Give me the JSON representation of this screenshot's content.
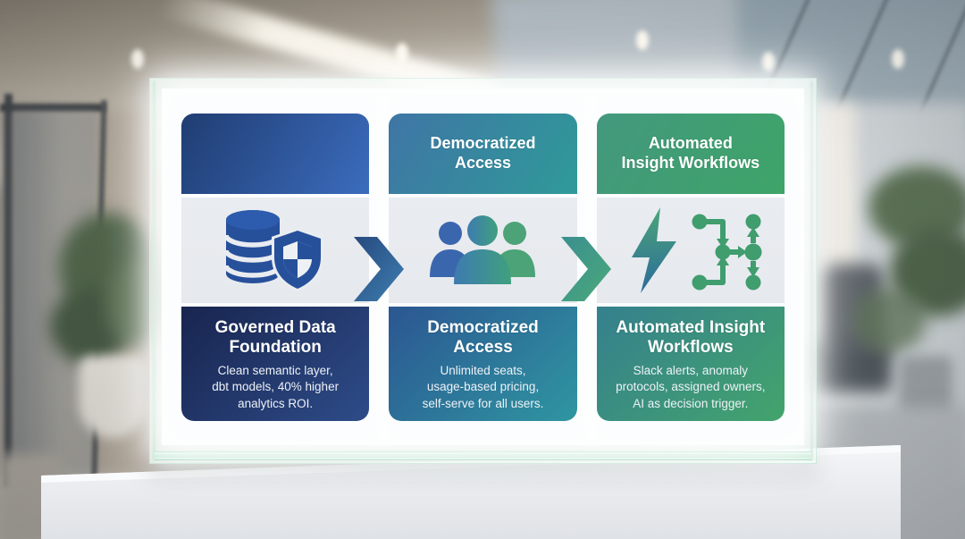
{
  "infographic": {
    "steps": [
      {
        "header_label": "",
        "icon": "database-shield-icon",
        "title": "Governed Data\nFoundation",
        "description": "Clean semantic layer,\ndbt models, 40% higher\nanalytics ROI.",
        "header_gradient": [
          "#203d72",
          "#3b6cbd"
        ],
        "footer_gradient": [
          "#18254f",
          "#2e4c89"
        ]
      },
      {
        "header_label": "Democratized\nAccess",
        "icon": "team-users-icon",
        "title": "Democratized\nAccess",
        "description": "Unlimited seats,\nusage-based pricing,\nself-serve for all users.",
        "header_gradient": [
          "#3f75a5",
          "#2f9a99"
        ],
        "footer_gradient": [
          "#2b5692",
          "#2f96a1"
        ]
      },
      {
        "header_label": "Automated\nInsight Workflows",
        "icon": "lightning-workflow-icon",
        "title": "Automated Insight\nWorkflows",
        "description": "Slack alerts, anomaly\nprotocols, assigned owners,\nAI as decision trigger.",
        "header_gradient": [
          "#43987e",
          "#3ea468"
        ],
        "footer_gradient": [
          "#35808e",
          "#43a46c"
        ]
      }
    ],
    "connector_icon": "chevron-right-arrow",
    "connector_gradients": [
      [
        "#27497f",
        "#3e7fb0"
      ],
      [
        "#3b8f8f",
        "#4aa97a"
      ]
    ],
    "panel_colors": {
      "panel_background": "#fcfdfe",
      "icon_band_background": "#e8ebef",
      "text_color": "#ffffff",
      "glass_edge_tint": "#bfe6d2"
    }
  }
}
